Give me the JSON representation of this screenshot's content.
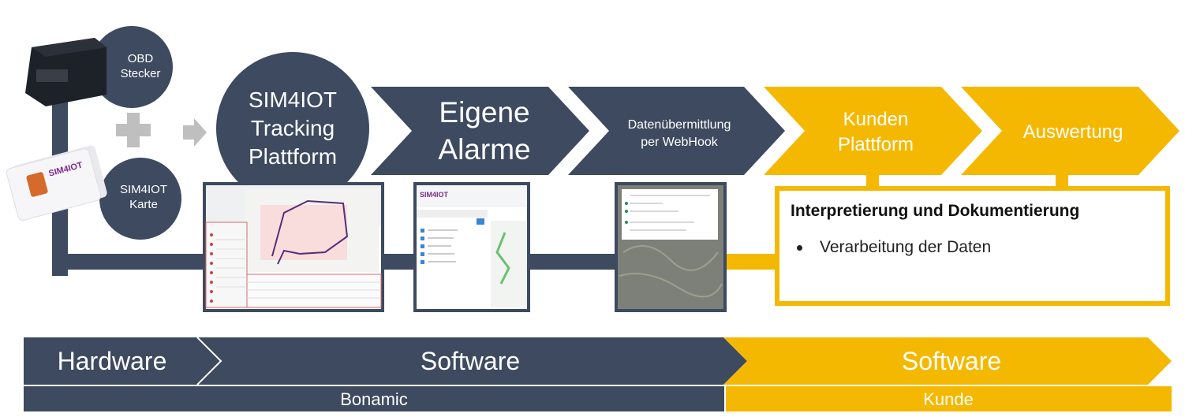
{
  "colors": {
    "navy": "#3D4A5F",
    "yellow": "#F5B800",
    "grey": "#BFBFBF",
    "white": "#FFFFFF"
  },
  "device": {
    "label_line1": "OBD",
    "label_line2": "Stecker",
    "icon": "obd-plug-device-icon"
  },
  "simcard": {
    "label_line1": "SIM4IOT",
    "label_line2": "Karte",
    "icon": "sim-card-icon",
    "brand_text": "SIM4IOT"
  },
  "operators": {
    "plus_icon": "plus-icon",
    "arrow_icon": "arrow-right-icon"
  },
  "flow": [
    {
      "id": "platform",
      "lines": [
        "SIM4IOT",
        "Tracking",
        "Plattform"
      ]
    },
    {
      "id": "alarms",
      "lines": [
        "Eigene",
        "Alarme"
      ]
    },
    {
      "id": "webhook",
      "lines": [
        "Datenübermittlung",
        "per WebHook"
      ]
    },
    {
      "id": "customer-platform",
      "lines": [
        "Kunden",
        "Plattform"
      ]
    },
    {
      "id": "evaluation",
      "lines": [
        "Auswertung"
      ]
    }
  ],
  "screens": {
    "tracking_map": "tracking-map-screenshot",
    "alarms_app": "alarm-settings-screenshot",
    "webhook_dialog": "webhook-settings-screenshot",
    "alarms_brand": "SIM4IOT"
  },
  "info": {
    "title": "Interpretierung und Dokumentierung",
    "items": [
      "Verarbeitung der Daten"
    ]
  },
  "bottom": {
    "hardware": "Hardware",
    "software_left": "Software",
    "software_right": "Software",
    "bonamic": "Bonamic",
    "kunde": "Kunde"
  }
}
